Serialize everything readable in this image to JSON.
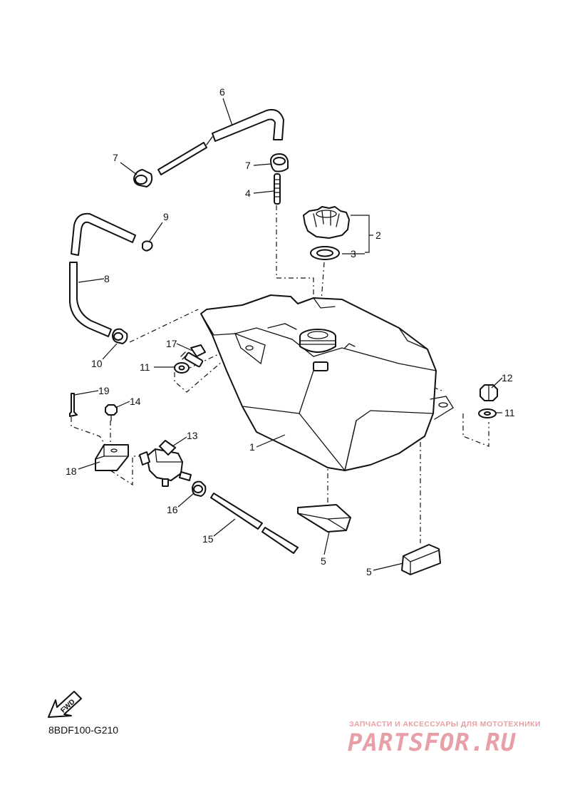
{
  "diagram": {
    "code": "8BDF100-G210",
    "fwd_label": "FWD",
    "callouts": {
      "c1": "1",
      "c2": "2",
      "c3": "3",
      "c4": "4",
      "c5a": "5",
      "c5b": "5",
      "c6": "6",
      "c7a": "7",
      "c7b": "7",
      "c8": "8",
      "c9": "9",
      "c10": "10",
      "c11a": "11",
      "c11b": "11",
      "c12": "12",
      "c13": "13",
      "c14": "14",
      "c15": "15",
      "c16": "16",
      "c17": "17",
      "c18": "18",
      "c19": "19"
    }
  },
  "watermark": {
    "tagline": "ЗАПЧАСТИ И АКСЕССУАРЫ ДЛЯ МОТОТЕХНИКИ",
    "brand": "PARTSFOR.RU",
    "color": "#e8a0a8"
  }
}
